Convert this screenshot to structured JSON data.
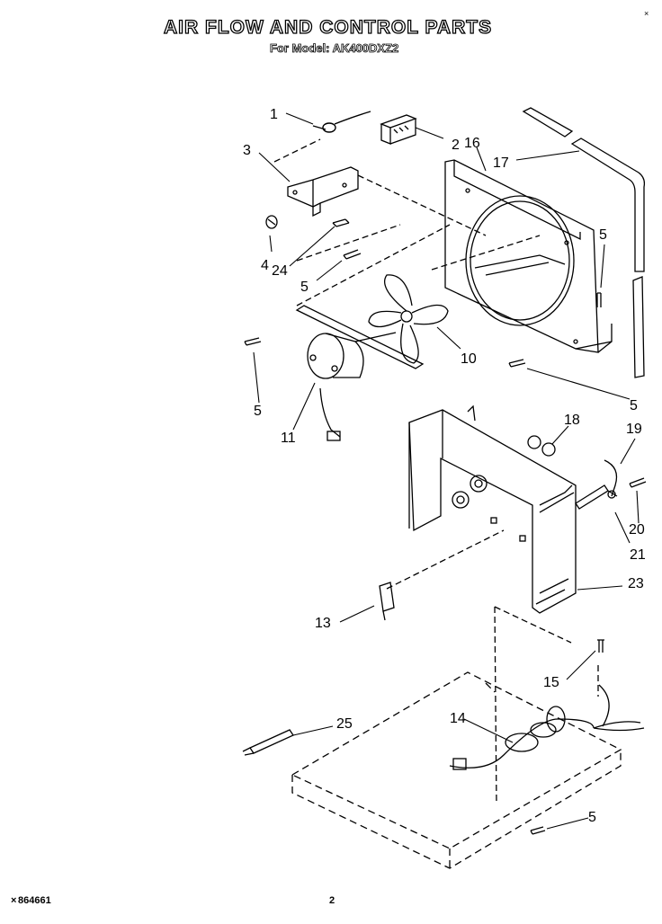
{
  "header": {
    "title": "AIR FLOW AND CONTROL PARTS",
    "subtitle": "For Model: AK400DXZ2",
    "corner_mark": "×"
  },
  "footer": {
    "doc_number": "864661",
    "doc_mark": "×",
    "page": "2"
  },
  "callouts": [
    "1",
    "2",
    "3",
    "4",
    "24",
    "5",
    "16",
    "17",
    "10",
    "11",
    "18",
    "19",
    "20",
    "21",
    "23",
    "13",
    "15",
    "14",
    "25"
  ]
}
